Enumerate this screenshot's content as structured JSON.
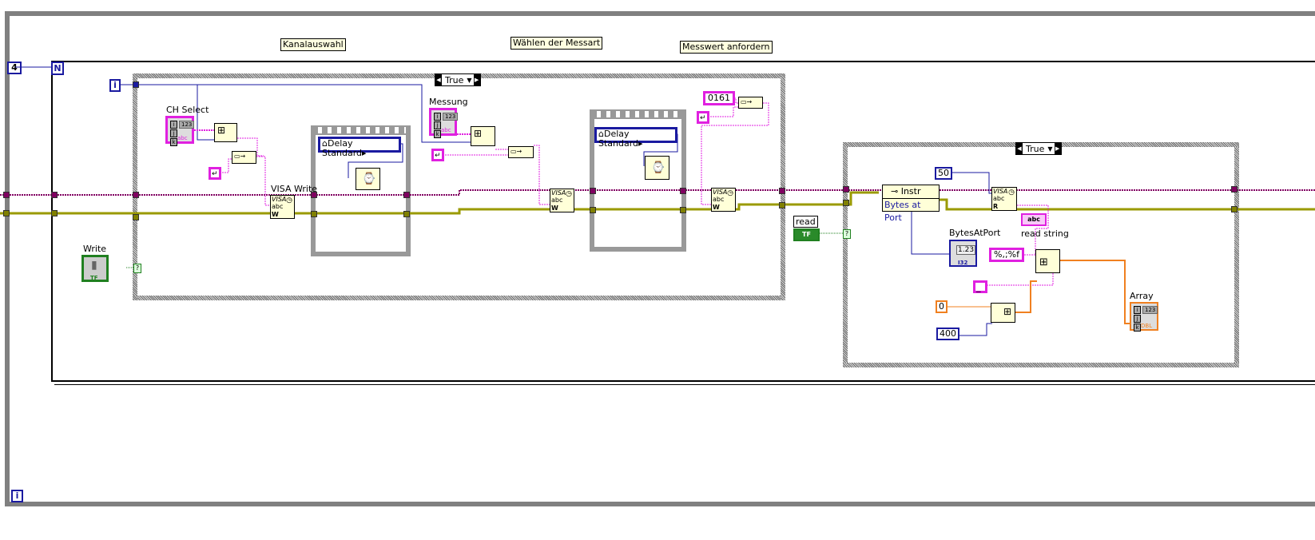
{
  "diagram": {
    "comments": [
      "Kanalauswahl",
      "Wählen der Messart",
      "Messwert anfordern"
    ],
    "for_loop": {
      "count_constant": "4",
      "count_terminal": "N",
      "iteration_terminal": "i"
    },
    "while_loop": {
      "iteration_terminal": "i"
    },
    "case_structure_1": {
      "selector_value": "True"
    },
    "case_structure_2": {
      "selector_value": "True"
    },
    "labels": {
      "ch_select": "CH Select",
      "messung": "Messung",
      "visa_write": "VISA Write",
      "write": "Write",
      "read": "read",
      "bytes_at_port": "BytesAtPort",
      "read_string": "read string",
      "array": "Array"
    },
    "constants": {
      "delay_1": "Delay Standard",
      "delay_2": "Delay Standard",
      "command": "0161",
      "byte_count": "50",
      "format": "%,;%f",
      "delimiter": "_",
      "init_value": "0",
      "array_size": "400"
    },
    "property_node": {
      "class": "Instr",
      "property": "Bytes at Port"
    },
    "node_texts": {
      "visa": "VISA",
      "abc": "abc",
      "write_mode": "W",
      "read_mode": "R",
      "bool_tf": "TF",
      "num_123": "123",
      "num_display": "1.23",
      "type_i32": "I32",
      "type_dbl": "DBL",
      "type_abc": "abc",
      "question": "?",
      "idx_i": "i",
      "idx_j": "j",
      "idx_k": "k"
    },
    "colors": {
      "string_wire": "#e020e0",
      "visa_wire": "#800060",
      "error_wire": "#9a9a00",
      "numeric_int_wire": "#1a1aa0",
      "numeric_dbl_wire": "#f08020",
      "boolean_wire": "#208020"
    }
  }
}
